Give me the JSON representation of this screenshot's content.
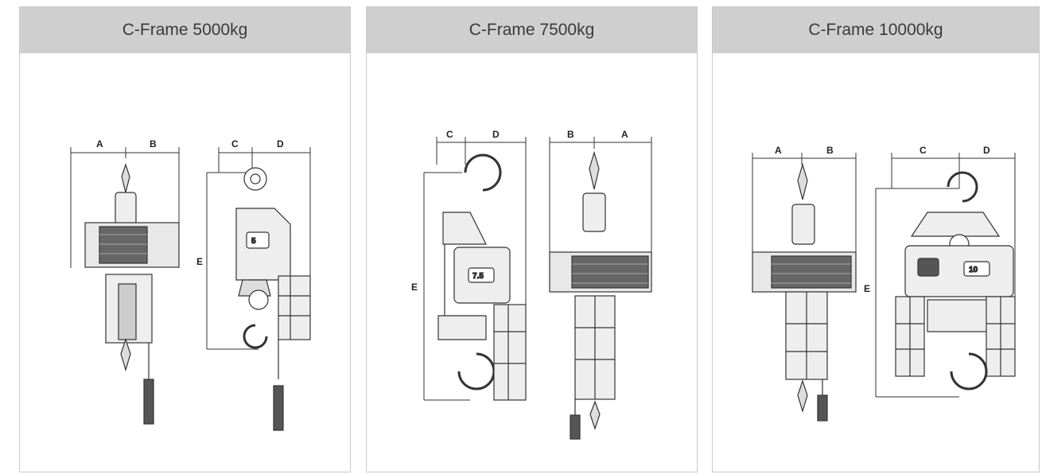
{
  "panels": [
    {
      "title": "C-Frame 5000kg",
      "front_dims": [
        "A",
        "B"
      ],
      "side_dims": [
        "C",
        "D"
      ],
      "height_dim": "E",
      "badge": "5"
    },
    {
      "title": "C-Frame 7500kg",
      "front_dims": [
        "B",
        "A"
      ],
      "side_dims": [
        "C",
        "D"
      ],
      "height_dim": "E",
      "badge": "7.5"
    },
    {
      "title": "C-Frame 10000kg",
      "front_dims": [
        "A",
        "B"
      ],
      "side_dims": [
        "C",
        "D"
      ],
      "height_dim": "E",
      "badge": "10"
    }
  ],
  "colors": {
    "header_bg": "#cfcfcf",
    "line": "#333333",
    "fill_dark": "#555555"
  }
}
